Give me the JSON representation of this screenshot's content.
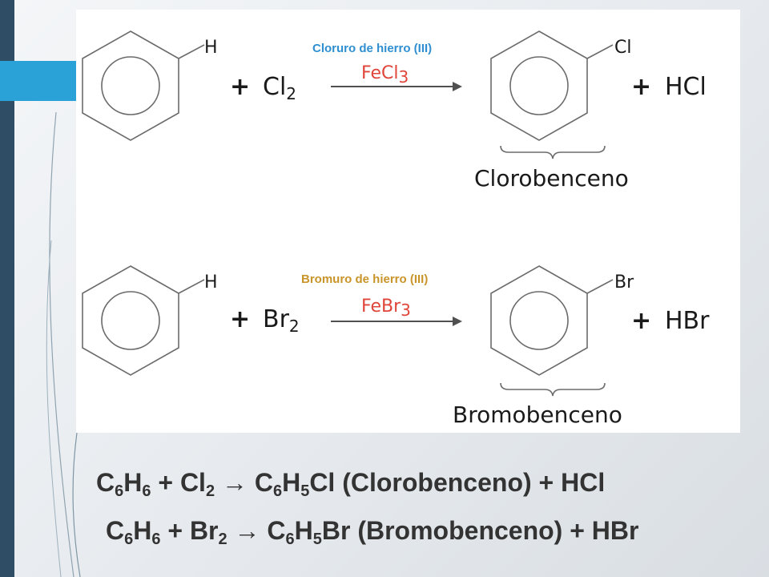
{
  "colors": {
    "left_bar": "#2f4e66",
    "accent_tab": "#2aa2d8",
    "catalyst_name": "#2f8fd0",
    "catalyst_formula": "#e0453a",
    "equation_text": "#333333"
  },
  "reaction1": {
    "reactant_sub": "H",
    "reagent": "Cl",
    "reagent_sub": "2",
    "catalyst_name": "Cloruro de hierro (III)",
    "catalyst_formula": "FeCl",
    "catalyst_sub": "3",
    "product_sub": "Cl",
    "byproduct": "HCl",
    "product_name": "Clorobenceno",
    "plus": "+"
  },
  "reaction2": {
    "reactant_sub": "H",
    "reagent": "Br",
    "reagent_sub": "2",
    "catalyst_name": "Bromuro de hierro (III)",
    "catalyst_formula": "FeBr",
    "catalyst_sub": "3",
    "product_sub": "Br",
    "byproduct": "HBr",
    "product_name": "Bromobenceno",
    "plus": "+"
  },
  "equations": [
    {
      "c": "C",
      "c_sub": "6",
      "h": "H",
      "h_sub": "6",
      "plus": " + ",
      "x": "Cl",
      "x_sub": "2",
      "arrow": " → ",
      "pc": "C",
      "pc_sub": "6",
      "ph": "H",
      "ph_sub": "5",
      "rest": "Cl (Clorobenceno) + HCl"
    },
    {
      "c": "C",
      "c_sub": "6",
      "h": "H",
      "h_sub": "6",
      "plus": " + ",
      "x": "Br",
      "x_sub": "2",
      "arrow": " → ",
      "pc": "C",
      "pc_sub": "6",
      "ph": "H",
      "ph_sub": "5",
      "rest": "Br (Bromobenceno) + HBr"
    }
  ]
}
